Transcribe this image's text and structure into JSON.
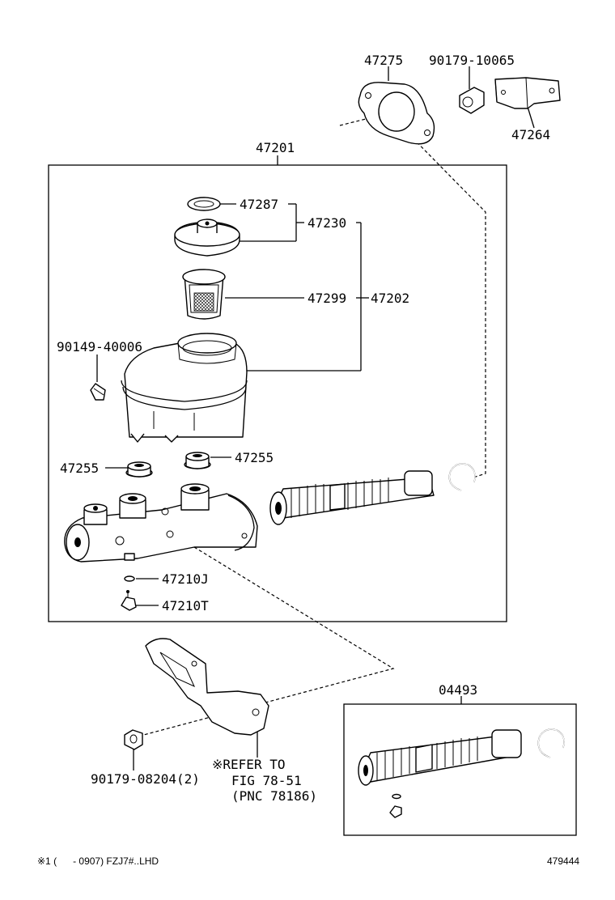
{
  "labels": {
    "p47275": "47275",
    "p90179_10065": "90179-10065",
    "p47264": "47264",
    "p47201": "47201",
    "p47287": "47287",
    "p47230": "47230",
    "p47299": "47299",
    "p47202": "47202",
    "p90149_40006": "90149-40006",
    "p47255_left": "47255",
    "p47255_right": "47255",
    "p47210J": "47210J",
    "p47210T": "47210T",
    "p04493": "04493",
    "p90179_08204": "90179-08204(2)",
    "refer_line1": "※REFER TO",
    "refer_line2": "FIG 78-51",
    "refer_line3": "(PNC 78186)"
  },
  "footer": {
    "note": "※1 (      - 0907) FZJ7#..LHD",
    "diagram_id": "479444"
  }
}
